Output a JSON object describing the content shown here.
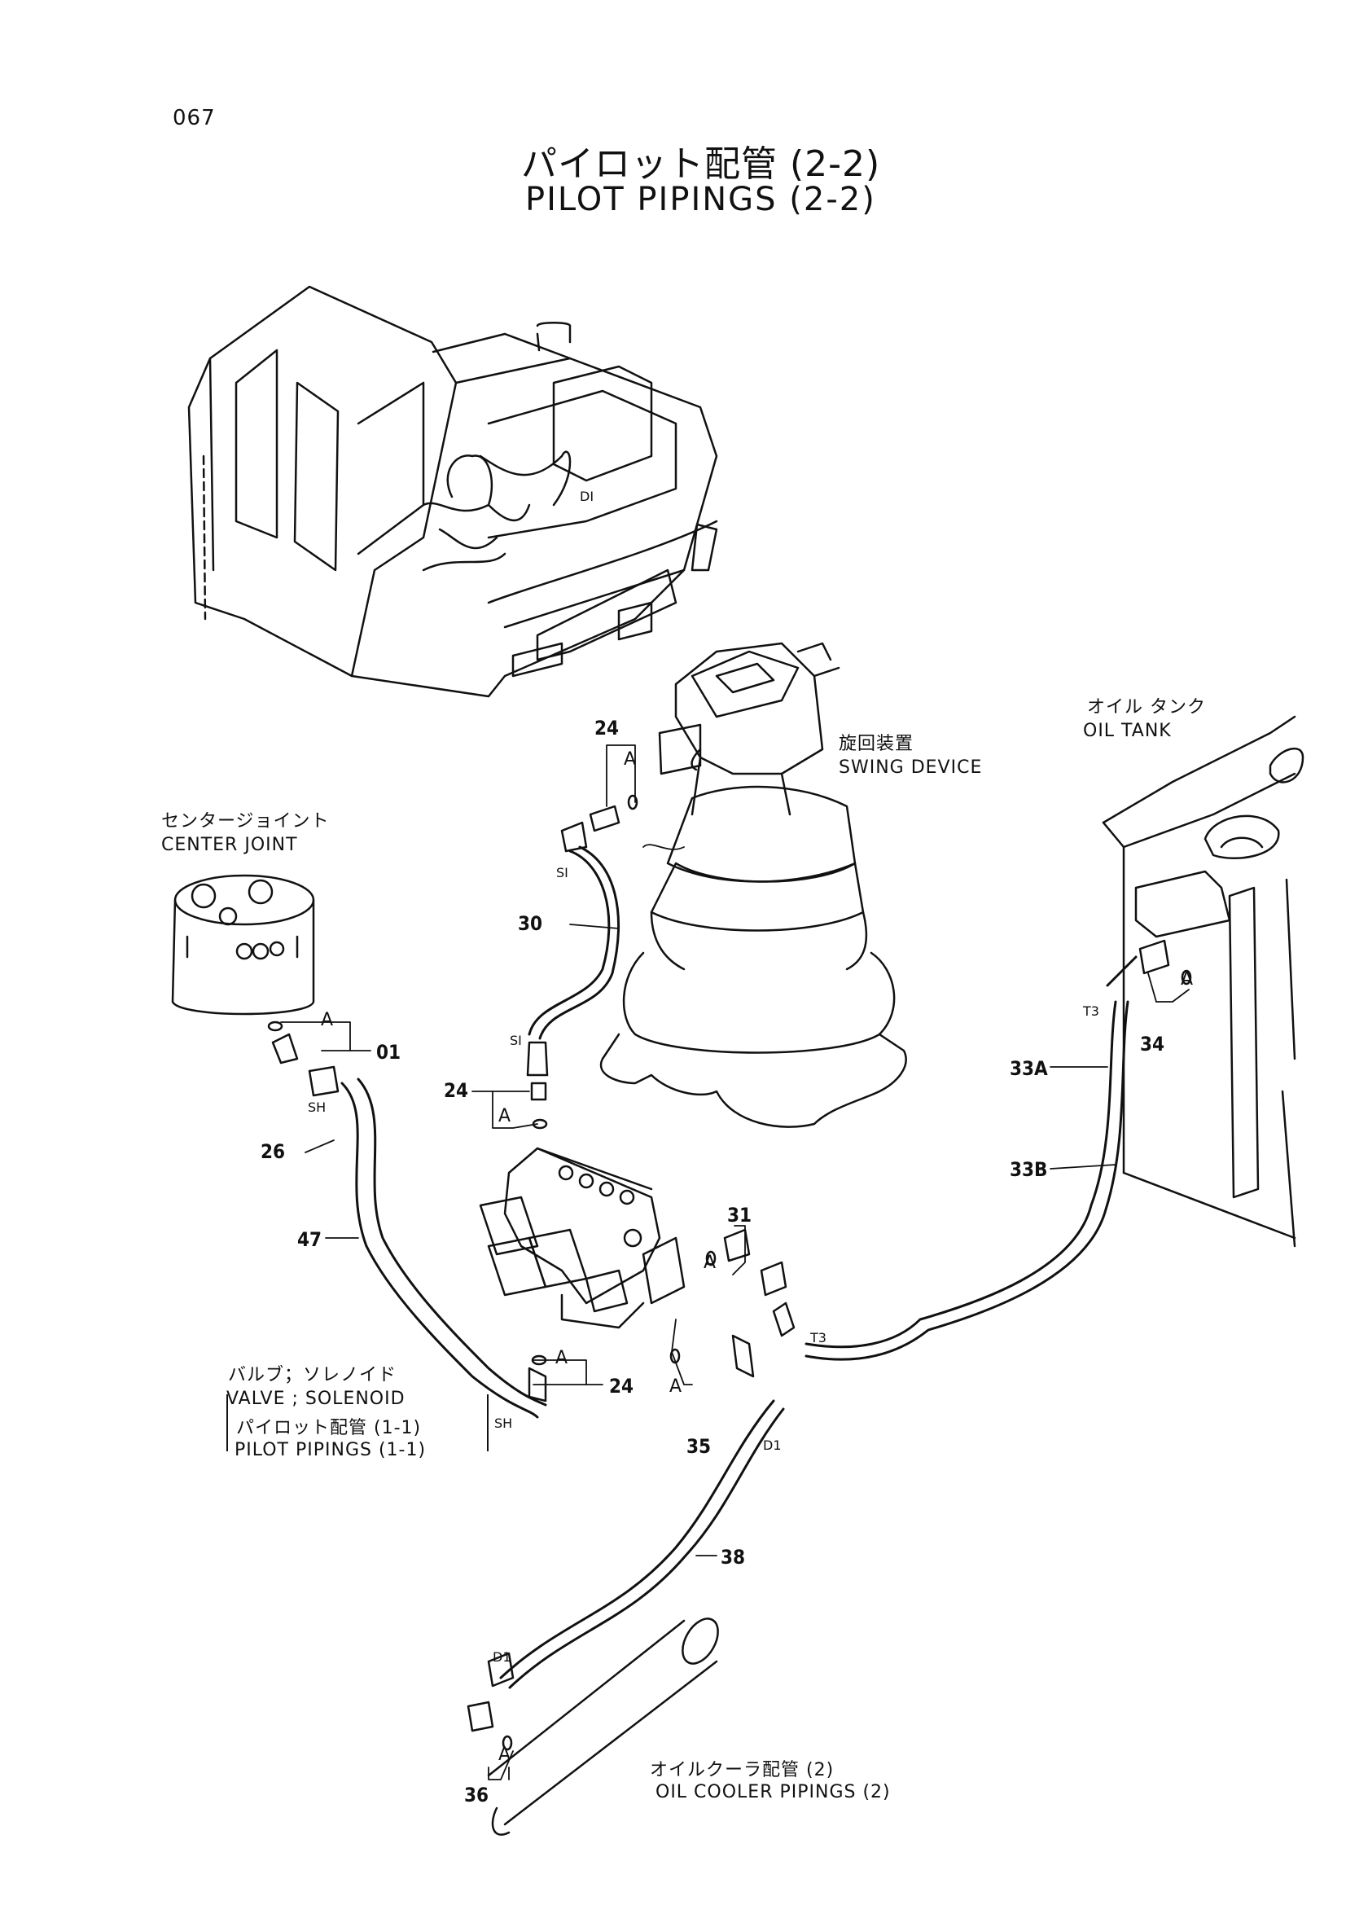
{
  "page_number": "067",
  "title_jp": "パイロット配管 (2-2)",
  "title_en": "PILOT PIPINGS (2-2)",
  "components": {
    "swing_device": {
      "jp": "旋回装置",
      "en": "SWING DEVICE"
    },
    "oil_tank": {
      "jp": "オイル タンク",
      "en": "OIL TANK"
    },
    "center_joint": {
      "jp": "センタージョイント",
      "en": "CENTER JOINT"
    },
    "valve_solenoid": {
      "jp": "バルブ；ソレノイド",
      "en": "VALVE ; SOLENOID",
      "ref_jp": "パイロット配管 (1-1)",
      "ref_en": "PILOT PIPINGS (1-1)"
    },
    "oil_cooler": {
      "jp": "オイルクーラ配管 (2)",
      "en": "OIL COOLER PIPINGS (2)"
    }
  },
  "part_numbers": [
    "24",
    "30",
    "01",
    "26",
    "47",
    "24",
    "31",
    "24",
    "35",
    "38",
    "33A",
    "33B",
    "34",
    "36"
  ],
  "port_labels": [
    "SI",
    "SI",
    "SH",
    "SH",
    "T3",
    "T3",
    "D1",
    "D1",
    "DI"
  ],
  "detail_mark": "A"
}
